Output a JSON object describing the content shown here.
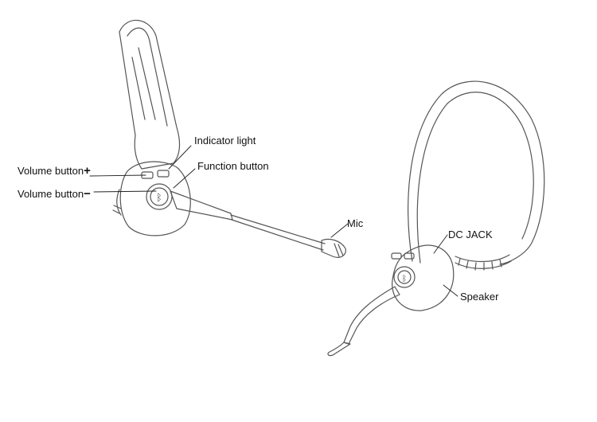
{
  "labels": {
    "indicator_light": "Indicator light",
    "function_button_prefix": "Function",
    "function_button_suffix": "button",
    "volume_up": "Volume button",
    "volume_up_symbol": "+",
    "volume_down": "Volume button",
    "volume_down_symbol": "−",
    "mic": "Mic",
    "dc_jack": "DC JACK",
    "speaker": "Speaker"
  },
  "stroke_color": "#555555",
  "bluetooth_symbol": "ᛒ"
}
